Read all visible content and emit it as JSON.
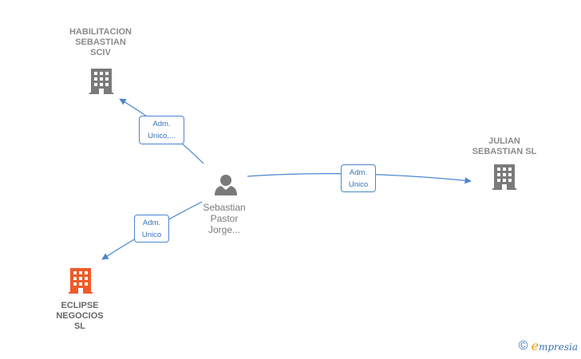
{
  "nodes": {
    "habilitacion": {
      "label": "HABILITACION\nSEBASTIAN\nSCIV",
      "color": "#7a7a7a"
    },
    "julian": {
      "label": "JULIAN\nSEBASTIAN SL",
      "color": "#7a7a7a"
    },
    "eclipse": {
      "label": "ECLIPSE\nNEGOCIOS\nSL",
      "color": "#f05a28"
    },
    "person": {
      "label": "Sebastian\nPastor\nJorge..."
    }
  },
  "edges": {
    "to_habilitacion": {
      "label": "Adm.\nUnico,..."
    },
    "to_julian": {
      "label": "Adm.\nUnico"
    },
    "to_eclipse": {
      "label": "Adm.\nUnico"
    }
  },
  "colors": {
    "edge": "#4a86d0",
    "person_icon": "#7a7a7a"
  },
  "footer": {
    "copyright": "©",
    "brand_initial": "e",
    "brand_rest": "mpresia"
  }
}
